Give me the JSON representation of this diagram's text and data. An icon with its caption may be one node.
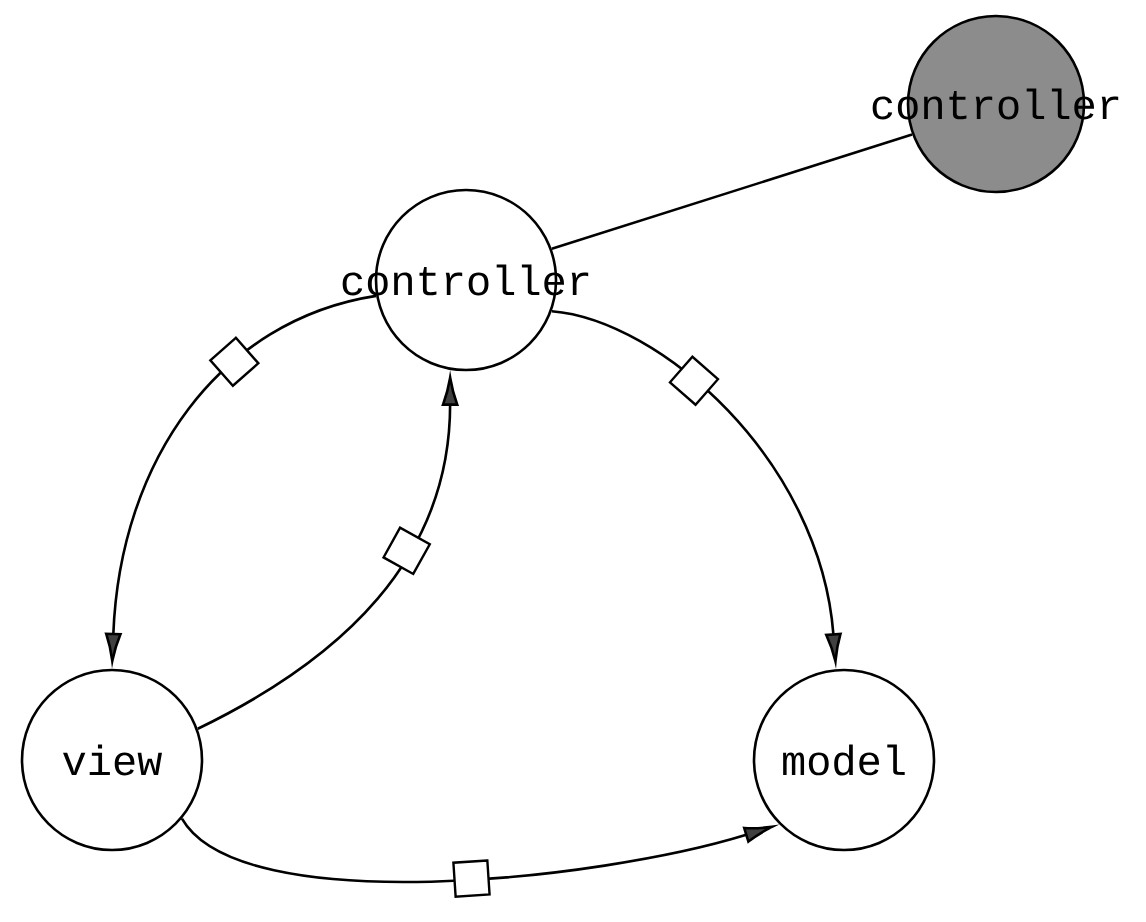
{
  "diagram": {
    "nodes": [
      {
        "text": [
          "controller"
        ]
      },
      {
        "text": [
          "controller"
        ]
      },
      {
        "text": [
          "view"
        ]
      },
      {
        "text": [
          "model"
        ]
      }
    ],
    "edges": [
      {
        "from": 0,
        "to": 1,
        "arrow": "none"
      },
      {
        "from": 1,
        "to": 2,
        "arrow": "to"
      },
      {
        "from": 2,
        "to": 1,
        "arrow": "to"
      },
      {
        "from": 1,
        "to": 3,
        "arrow": "to"
      },
      {
        "from": 2,
        "to": 3,
        "arrow": "to"
      }
    ]
  }
}
